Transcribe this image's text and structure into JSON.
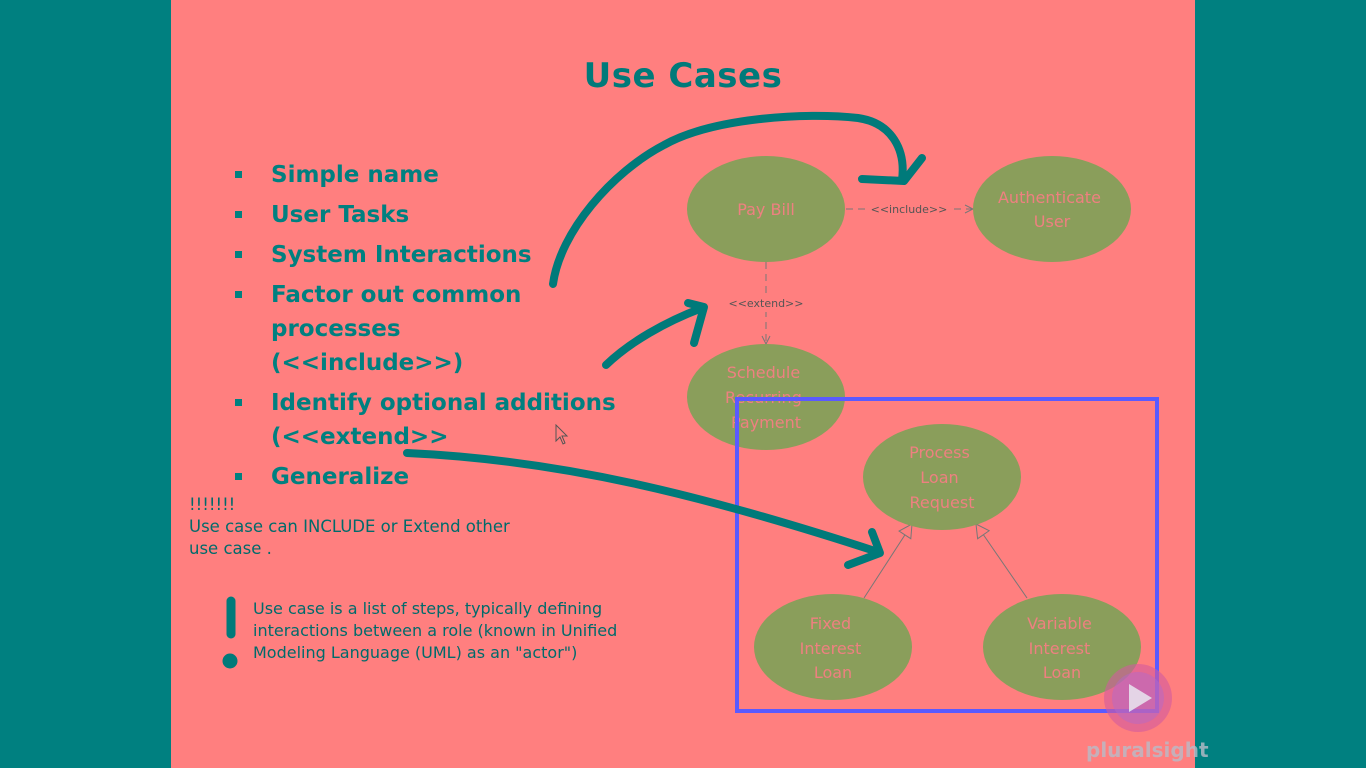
{
  "slide": {
    "title": "Use Cases",
    "bullets": [
      {
        "lines": [
          "Simple name"
        ]
      },
      {
        "lines": [
          "User Tasks"
        ]
      },
      {
        "lines": [
          "System Interactions"
        ]
      },
      {
        "lines": [
          "Factor out common processes",
          "(<<include>>)"
        ]
      },
      {
        "lines": [
          "Identify optional additions",
          "(<<extend>>"
        ]
      },
      {
        "lines": [
          "Generalize"
        ]
      }
    ],
    "note_1": {
      "lines": [
        "!!!!!!!",
        "Use case can INCLUDE or Extend other",
        "use case ."
      ]
    },
    "note_2": {
      "lines": [
        "Use case is a list of steps, typically defining",
        "interactions between a role (known in Unified",
        "Modeling Language (UML) as an \"actor\")"
      ]
    }
  },
  "diagram": {
    "use_cases": {
      "pay_bill": [
        "Pay Bill"
      ],
      "authenticate_user": [
        "Authenticate",
        "User"
      ],
      "schedule_payment": [
        "Schedule",
        "Recurring",
        "Payment"
      ],
      "process_loan": [
        "Process",
        "Loan",
        "Request"
      ],
      "fixed_loan": [
        "Fixed",
        "Interest",
        "Loan"
      ],
      "variable_loan": [
        "Variable",
        "Interest",
        "Loan"
      ]
    },
    "include_label": "<<include>>",
    "extend_label": "<<extend>>"
  },
  "watermark": {
    "brand": "pluralsight",
    "icon": "play-icon"
  },
  "colors": {
    "slide_bg": "#ff7f7f",
    "frame_bg": "#008080",
    "title": "#007a7a",
    "ellipse_fill": "#8a9e5b",
    "ellipse_text": "#ee8080",
    "annotation_teal": "#007a7a",
    "highlight_box": "#5a5aff"
  }
}
